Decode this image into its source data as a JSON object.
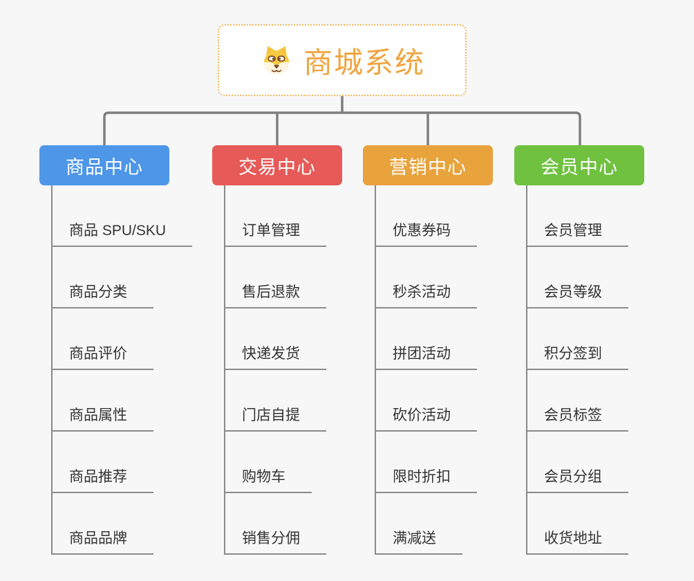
{
  "canvas": {
    "background": "#f7f7f7",
    "line_color": "#7f7f7f"
  },
  "root": {
    "title": "商城系统",
    "text_color": "#f0a43e",
    "border_color": "#f4b45a",
    "icon": "dog-face-icon"
  },
  "branches": [
    {
      "label": "商品中心",
      "color": "#4d96e8",
      "children": [
        "商品 SPU/SKU",
        "商品分类",
        "商品评价",
        "商品属性",
        "商品推荐",
        "商品品牌"
      ]
    },
    {
      "label": "交易中心",
      "color": "#e65a58",
      "children": [
        "订单管理",
        "售后退款",
        "快递发货",
        "门店自提",
        "购物车",
        "销售分佣"
      ]
    },
    {
      "label": "营销中心",
      "color": "#e8a33d",
      "children": [
        "优惠券码",
        "秒杀活动",
        "拼团活动",
        "砍价活动",
        "限时折扣",
        "满减送"
      ]
    },
    {
      "label": "会员中心",
      "color": "#6fc13f",
      "children": [
        "会员管理",
        "会员等级",
        "积分签到",
        "会员标签",
        "会员分组",
        "收货地址"
      ]
    }
  ]
}
